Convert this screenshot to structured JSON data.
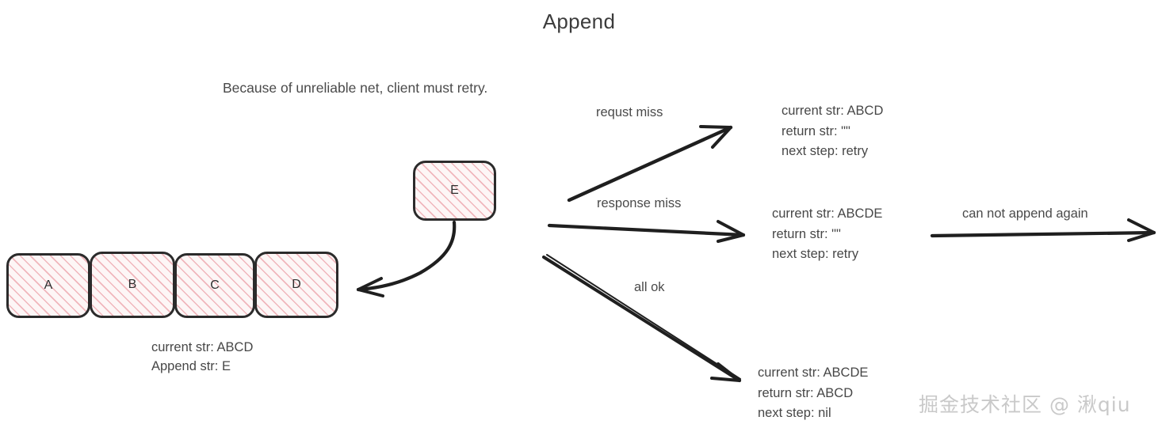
{
  "title": "Append",
  "subtitle": "Because of unreliable net, client must retry.",
  "sequence": {
    "existing_nodes": [
      {
        "label": "A"
      },
      {
        "label": "B"
      },
      {
        "label": "C"
      },
      {
        "label": "D"
      }
    ],
    "append_node": {
      "label": "E"
    },
    "caption_line1": "current str: ABCD",
    "caption_line2": "Append str: E"
  },
  "branches": [
    {
      "edge_label": "requst miss",
      "result_line1": "current str: ABCD",
      "result_line2": "return str: \"\"",
      "result_line3": "next step: retry"
    },
    {
      "edge_label": "response miss",
      "result_line1": "current str: ABCDE",
      "result_line2": "return str: \"\"",
      "result_line3": "next step: retry"
    },
    {
      "edge_label": "all ok",
      "result_line1": "current str: ABCDE",
      "result_line2": "return str: ABCD",
      "result_line3": "next step: nil"
    }
  ],
  "consequence": {
    "edge_label": "can not append again"
  },
  "watermark": "掘金技术社区 @ 湫qiu",
  "colors": {
    "stroke": "#1f1f1f",
    "hatch": "#eca0a8",
    "box_fill": "#fdf6f6",
    "text": "#474747",
    "watermark": "#c9c9c9"
  }
}
